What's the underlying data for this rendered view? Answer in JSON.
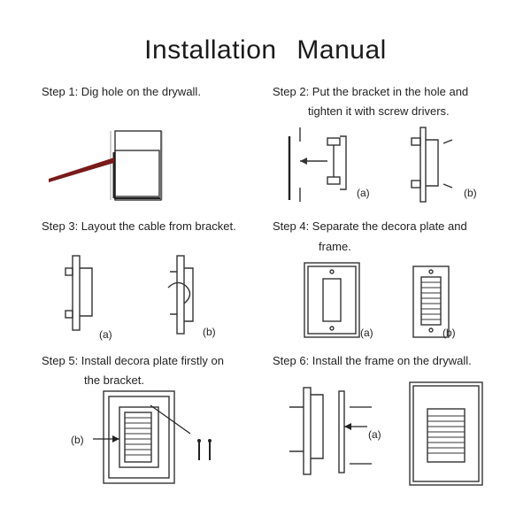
{
  "title": "Installation   Manual",
  "steps": {
    "s1": "Step 1: Dig  hole on the drywall.",
    "s2a": "Step 2: Put the bracket in the hole and",
    "s2b": "tighten it with screw drivers.",
    "s3": "Step 3: Layout the cable from bracket.",
    "s4a": "Step 4: Separate the decora plate and",
    "s4b": "frame.",
    "s5a": "Step 5: Install decora plate firstly on",
    "s5b": "the bracket.",
    "s6": "Step 6: Install the frame on the drywall."
  },
  "labels": {
    "a": "(a)",
    "b": "(b)"
  },
  "colors": {
    "line": "#333333",
    "saw": "#7a1a1a",
    "hatch": "#888888"
  }
}
